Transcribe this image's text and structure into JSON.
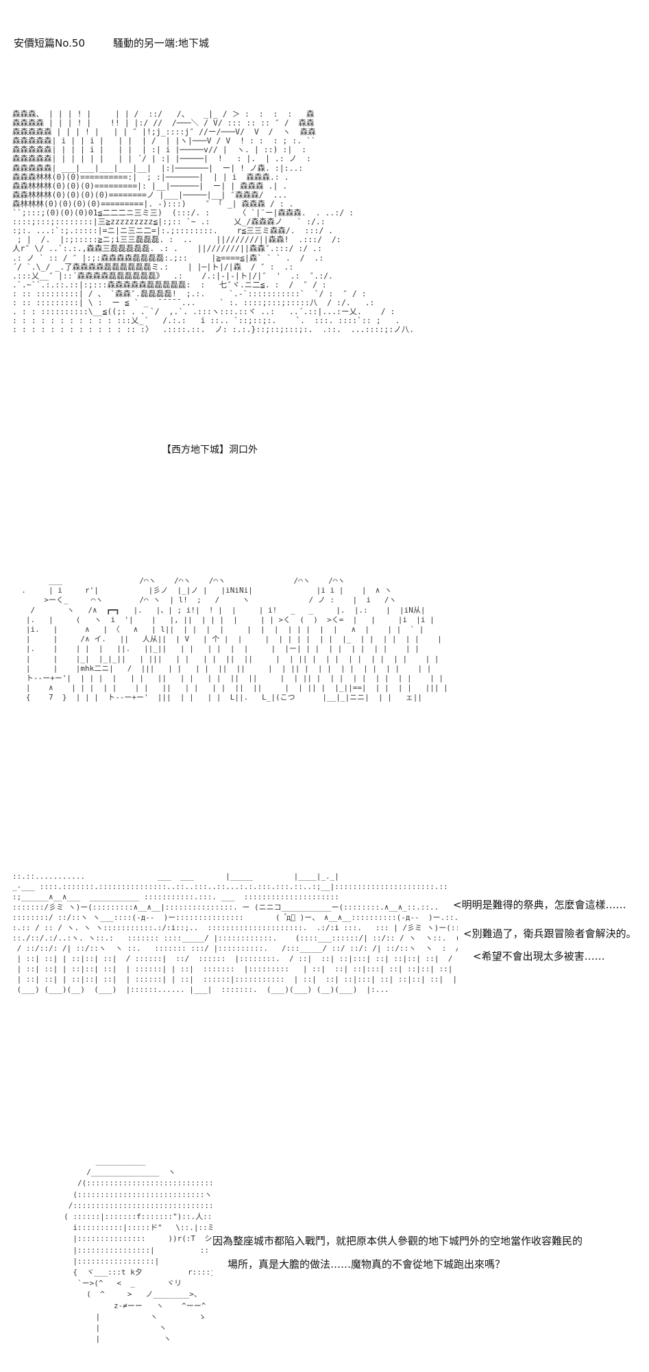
{
  "header": {
    "series": "安價短篇No.50",
    "chapter": "騷動的另一端:地下城"
  },
  "scene1": {
    "caption": "【西方地下城】洞口外"
  },
  "scene3": {
    "lines": [
      "<明明是難得的祭典，怎麼會這樣……",
      "<別難過了，衛兵跟冒險者會解決的。",
      "<希望不會出現太多被害……"
    ]
  },
  "scene4": {
    "lines": [
      "因為整座城市都陷入戰鬥，就把原本供人參觀的地下城門外的空地當作收容難民的",
      "場所，真是大膽的做法……魔物真的不會從地下城跑出來嗎？"
    ]
  }
}
